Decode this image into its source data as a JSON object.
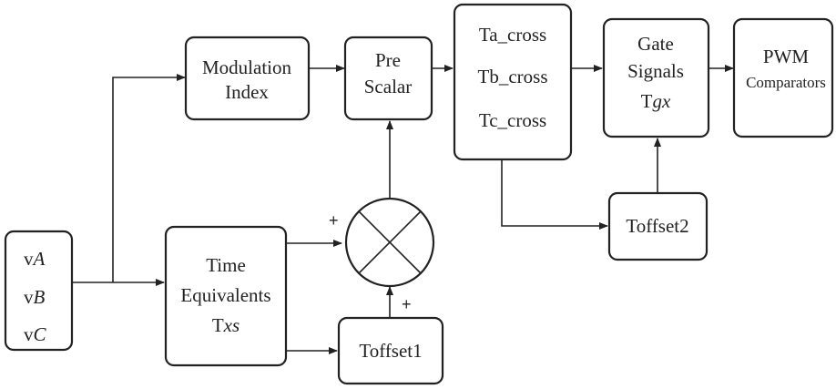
{
  "diagram": {
    "inputs": {
      "prefix": "v",
      "phases": [
        "A",
        "B",
        "C"
      ]
    },
    "blocks": {
      "modulation_index": [
        "Modulation",
        "Index"
      ],
      "pre_scalar": [
        "Pre",
        "Scalar"
      ],
      "cross": [
        "Ta_cross",
        "Tb_cross",
        "Tc_cross"
      ],
      "gate_signals": {
        "line1": "Gate",
        "line2": "Signals",
        "line3_prefix": "T",
        "line3_italic": "gx"
      },
      "pwm": [
        "PWM",
        "Comparators"
      ],
      "time_equivalents": {
        "line1": "Time",
        "line2": "Equivalents",
        "line3_prefix": "T",
        "line3_italic": "xs"
      },
      "toffset1": "Toffset1",
      "toffset2": "Toffset2"
    },
    "summer_signs": {
      "top": "+",
      "bottom": "+"
    }
  }
}
